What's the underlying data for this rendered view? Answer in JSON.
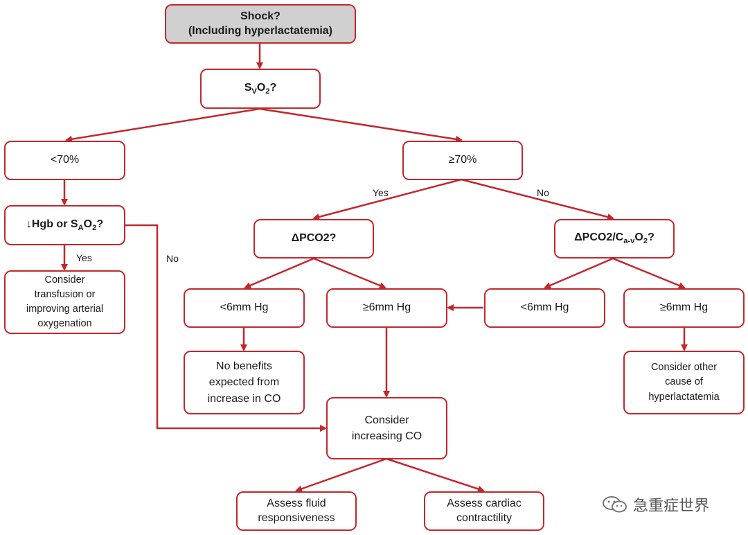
{
  "colors": {
    "border": "#c0282d",
    "root_fill": "#d0d0d0",
    "arrow": "#c0282d"
  },
  "nodes": {
    "shock": {
      "line1": "Shock?",
      "line2": "(Including hyperlactatemia)"
    },
    "svo2": {
      "main": "S",
      "sub1": "V",
      "mid": "O",
      "sub2": "2",
      "tail": "?"
    },
    "lt70": {
      "text": "<70%"
    },
    "ge70": {
      "text": "≥70%"
    },
    "hgb": {
      "arrow": "↓",
      "prefix": "Hgb or S",
      "sub1": "A",
      "mid": "O",
      "sub2": "2",
      "tail": "?"
    },
    "transfusion": {
      "line1": "Consider",
      "line2": "transfusion or",
      "line3": "improving arterial",
      "line4": "oxygenation"
    },
    "dpco2": {
      "text": "ΔPCO2?"
    },
    "dpco2ratio": {
      "prefix": "ΔPCO2/C",
      "sub1": "a-v",
      "mid": "O",
      "sub2": "2",
      "tail": "?"
    },
    "lt6_left": {
      "text": "<6mm Hg"
    },
    "ge6_left": {
      "text": "≥6mm Hg"
    },
    "lt6_right": {
      "text": "<6mm Hg"
    },
    "ge6_right": {
      "text": "≥6mm Hg"
    },
    "no_benefit": {
      "line1": "No benefits",
      "line2": "expected from",
      "line3": "increase in CO"
    },
    "other_cause": {
      "line1": "Consider other",
      "line2": "cause of",
      "line3": "hyperlactatemia"
    },
    "increase_co": {
      "line1": "Consider",
      "line2": "increasing CO"
    },
    "fluid": {
      "line1": "Assess fluid",
      "line2": "responsiveness"
    },
    "cardiac": {
      "line1": "Assess cardiac",
      "line2": "contractility"
    }
  },
  "edge_labels": {
    "yes_ge70": "Yes",
    "no_ge70": "No",
    "yes_hgb": "Yes",
    "no_hgb": "No"
  },
  "watermark": {
    "text": "急重症世界",
    "icon": "wechat-icon"
  }
}
